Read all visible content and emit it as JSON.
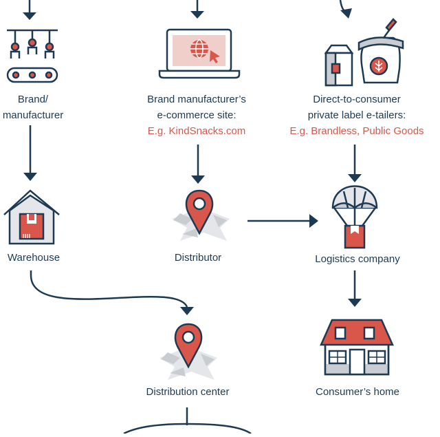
{
  "colors": {
    "navy": "#1d3a52",
    "red": "#d9574a",
    "light_red": "#f0cfcb",
    "grey": "#c9ccd0",
    "light_grey": "#e4e6e9"
  },
  "nodes": {
    "brand": {
      "icon": "factory-robot-arms-icon",
      "lines": [
        "Brand/",
        "manufacturer"
      ]
    },
    "ecommerce": {
      "icon": "laptop-globe-icon",
      "lines": [
        "Brand manufacturer’s",
        "e-commerce site:"
      ],
      "example": "E.g. KindSnacks.com"
    },
    "dtc": {
      "icon": "milk-carton-grain-bag-icon",
      "lines": [
        "Direct-to-consumer",
        "private label e-tailers:"
      ],
      "example": "E.g. Brandless, Public Goods"
    },
    "warehouse": {
      "icon": "warehouse-icon",
      "label": "Warehouse"
    },
    "distributor": {
      "icon": "map-pin-icon",
      "label": "Distributor"
    },
    "logistics": {
      "icon": "parachute-package-icon",
      "label": "Logistics company"
    },
    "distribution_center": {
      "icon": "map-pin-icon",
      "label": "Distribution center"
    },
    "home": {
      "icon": "house-icon",
      "label": "Consumer’s home"
    }
  }
}
